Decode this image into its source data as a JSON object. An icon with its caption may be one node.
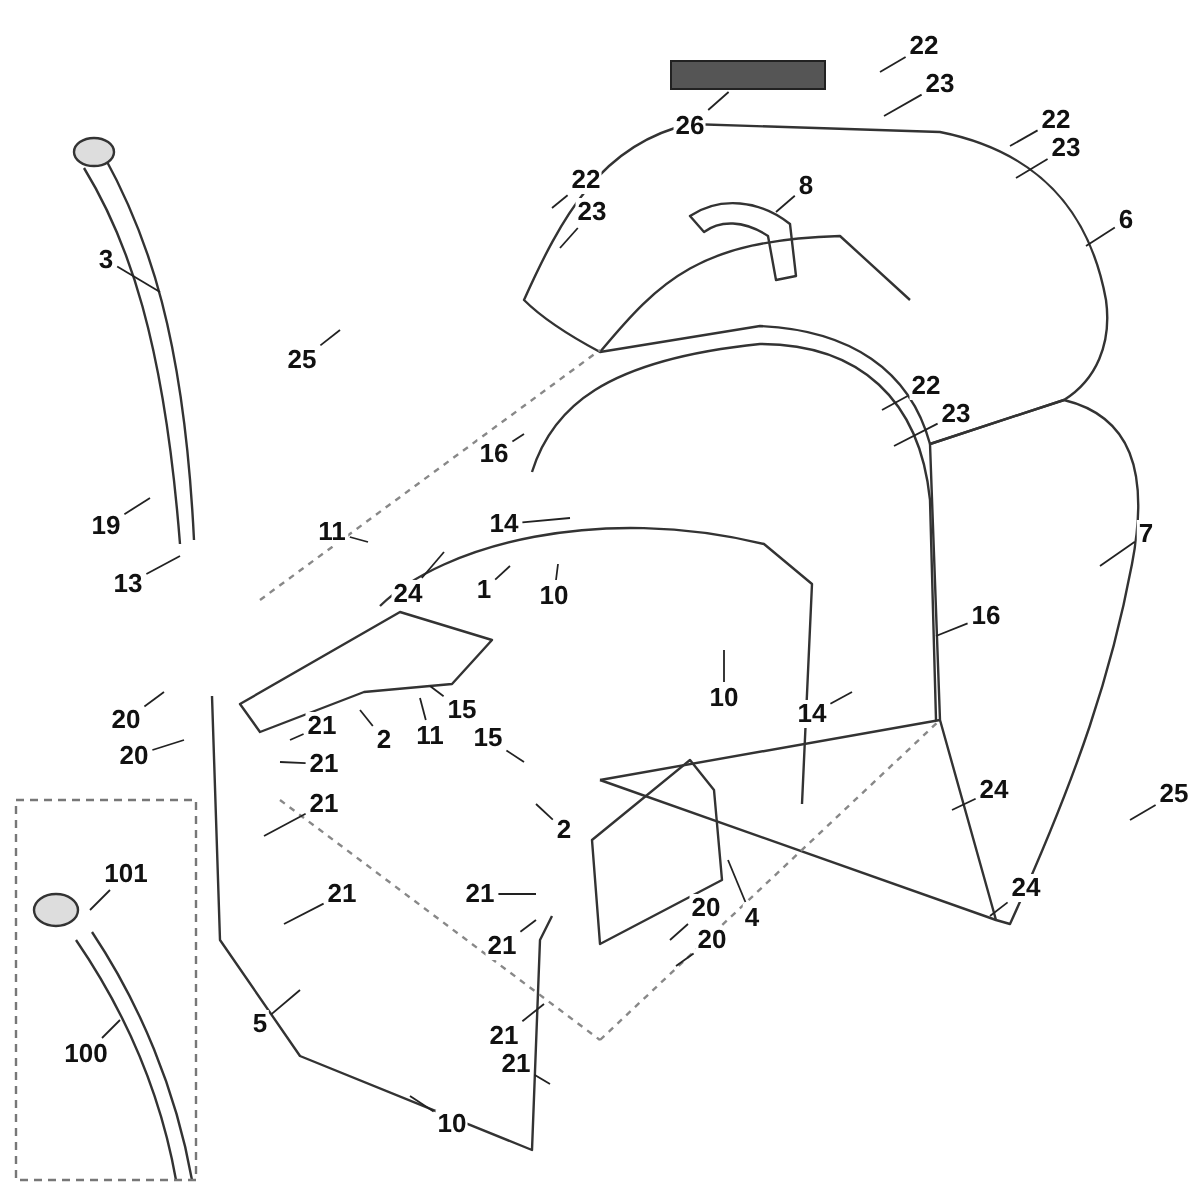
{
  "diagram": {
    "nodes": [
      {
        "text": [
          "22"
        ]
      },
      {
        "text": [],
        "shape": "box"
      },
      {
        "text": [
          "23"
        ]
      },
      {
        "text": [
          "22"
        ]
      },
      {
        "text": [
          "26"
        ]
      },
      {
        "text": [
          "23"
        ]
      },
      {
        "text": [
          "22"
        ]
      },
      {
        "text": [
          "8"
        ]
      },
      {
        "text": [
          "23"
        ]
      },
      {
        "text": [
          "6"
        ]
      },
      {
        "text": [
          "3"
        ]
      },
      {
        "text": [
          "25"
        ]
      },
      {
        "text": [
          "22"
        ]
      },
      {
        "text": [
          "23"
        ]
      },
      {
        "text": [
          "16"
        ]
      },
      {
        "text": [
          "14"
        ]
      },
      {
        "text": [
          "19"
        ]
      },
      {
        "text": [
          "11"
        ]
      },
      {
        "text": [
          "7"
        ]
      },
      {
        "text": [
          "24"
        ]
      },
      {
        "text": [
          "13"
        ]
      },
      {
        "text": [
          "1"
        ]
      },
      {
        "text": [
          "10"
        ]
      },
      {
        "text": [
          "16"
        ]
      },
      {
        "text": [
          "10"
        ]
      },
      {
        "text": [
          "15"
        ]
      },
      {
        "text": [
          "14"
        ]
      },
      {
        "text": [
          "20"
        ]
      },
      {
        "text": [
          "21"
        ]
      },
      {
        "text": [
          "2"
        ]
      },
      {
        "text": [
          "11"
        ]
      },
      {
        "text": [
          "15"
        ]
      },
      {
        "text": [
          "20"
        ]
      },
      {
        "text": [
          "21"
        ]
      },
      {
        "text": [
          "24"
        ]
      },
      {
        "text": [
          "25"
        ]
      },
      {
        "text": [
          "21"
        ]
      },
      {
        "text": [
          "2"
        ]
      },
      {
        "text": [
          "101"
        ]
      },
      {
        "text": [
          "24"
        ]
      },
      {
        "text": [
          "21"
        ]
      },
      {
        "text": [
          "21"
        ]
      },
      {
        "text": [
          "20"
        ]
      },
      {
        "text": [
          "4"
        ]
      },
      {
        "text": [
          "20"
        ]
      },
      {
        "text": [
          "21"
        ]
      },
      {
        "text": [
          "5"
        ]
      },
      {
        "text": [
          "21"
        ]
      },
      {
        "text": [
          "100"
        ]
      },
      {
        "text": [
          "21"
        ]
      },
      {
        "text": [
          "10"
        ]
      }
    ],
    "edges": [
      {
        "from": 0,
        "to": null,
        "arrow": "none"
      },
      {
        "from": 2,
        "to": null,
        "arrow": "none"
      },
      {
        "from": 3,
        "to": null,
        "arrow": "none"
      },
      {
        "from": 4,
        "to": 1,
        "arrow": "none"
      },
      {
        "from": 5,
        "to": null,
        "arrow": "none"
      },
      {
        "from": 6,
        "to": null,
        "arrow": "none"
      },
      {
        "from": 7,
        "to": null,
        "arrow": "none"
      },
      {
        "from": 8,
        "to": null,
        "arrow": "none"
      },
      {
        "from": 9,
        "to": null,
        "arrow": "none"
      },
      {
        "from": 10,
        "to": null,
        "arrow": "none"
      },
      {
        "from": 11,
        "to": null,
        "arrow": "none"
      },
      {
        "from": 12,
        "to": null,
        "arrow": "none"
      },
      {
        "from": 13,
        "to": null,
        "arrow": "none"
      },
      {
        "from": 14,
        "to": null,
        "arrow": "none"
      },
      {
        "from": 15,
        "to": null,
        "arrow": "none"
      },
      {
        "from": 16,
        "to": null,
        "arrow": "none"
      },
      {
        "from": 17,
        "to": null,
        "arrow": "none"
      },
      {
        "from": 18,
        "to": null,
        "arrow": "none"
      },
      {
        "from": 19,
        "to": null,
        "arrow": "none"
      },
      {
        "from": 20,
        "to": null,
        "arrow": "none"
      },
      {
        "from": 21,
        "to": null,
        "arrow": "none"
      },
      {
        "from": 22,
        "to": null,
        "arrow": "none"
      },
      {
        "from": 23,
        "to": null,
        "arrow": "none"
      },
      {
        "from": 24,
        "to": null,
        "arrow": "none"
      },
      {
        "from": 25,
        "to": null,
        "arrow": "none"
      },
      {
        "from": 26,
        "to": null,
        "arrow": "none"
      },
      {
        "from": 27,
        "to": null,
        "arrow": "none"
      },
      {
        "from": 28,
        "to": null,
        "arrow": "none"
      },
      {
        "from": 29,
        "to": null,
        "arrow": "none"
      },
      {
        "from": 30,
        "to": null,
        "arrow": "none"
      },
      {
        "from": 31,
        "to": null,
        "arrow": "none"
      },
      {
        "from": 32,
        "to": null,
        "arrow": "none"
      },
      {
        "from": 33,
        "to": null,
        "arrow": "none"
      },
      {
        "from": 34,
        "to": null,
        "arrow": "none"
      },
      {
        "from": 35,
        "to": null,
        "arrow": "none"
      },
      {
        "from": 36,
        "to": null,
        "arrow": "none"
      },
      {
        "from": 37,
        "to": null,
        "arrow": "none"
      },
      {
        "from": 38,
        "to": null,
        "arrow": "none"
      },
      {
        "from": 39,
        "to": null,
        "arrow": "none"
      },
      {
        "from": 40,
        "to": null,
        "arrow": "none"
      },
      {
        "from": 41,
        "to": null,
        "arrow": "none"
      },
      {
        "from": 42,
        "to": null,
        "arrow": "none"
      },
      {
        "from": 43,
        "to": null,
        "arrow": "none"
      },
      {
        "from": 44,
        "to": null,
        "arrow": "none"
      },
      {
        "from": 45,
        "to": null,
        "arrow": "none"
      },
      {
        "from": 46,
        "to": null,
        "arrow": "none"
      },
      {
        "from": 47,
        "to": null,
        "arrow": "none"
      },
      {
        "from": 48,
        "to": null,
        "arrow": "none"
      },
      {
        "from": 49,
        "to": null,
        "arrow": "none"
      },
      {
        "from": 50,
        "to": null,
        "arrow": "none"
      }
    ]
  }
}
